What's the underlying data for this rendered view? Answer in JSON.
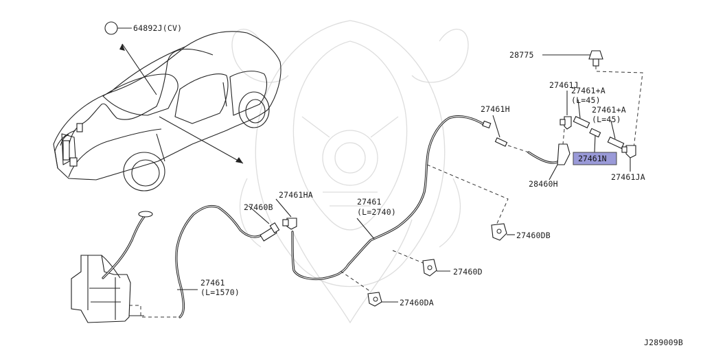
{
  "diagram": {
    "highlight_color": "#9a9ad8",
    "callouts": {
      "c64892j": "64892J(CV)",
      "c28775": "28775",
      "c27461j": "27461J",
      "c27461a1_part": "27461+A",
      "c27461a1_len": "(L=45)",
      "c27461a2_part": "27461+A",
      "c27461a2_len": "(L=45)",
      "c27461h": "27461H",
      "c27461n": "27461N",
      "c28460h": "28460H",
      "c27461ja": "27461JA",
      "c27461ha": "27461HA",
      "c27460b": "27460B",
      "c27461_2740_part": "27461",
      "c27461_2740_len": "(L=2740)",
      "c27460db": "27460DB",
      "c27460d": "27460D",
      "c27460da": "27460DA",
      "c27461_1570_part": "27461",
      "c27461_1570_len": "(L=1570)"
    },
    "diagram_code": "J289009B"
  }
}
